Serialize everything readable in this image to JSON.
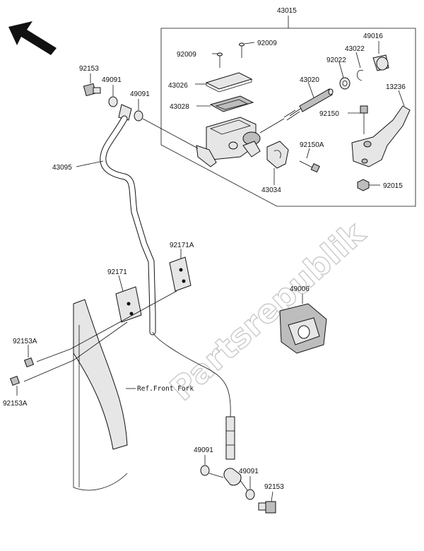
{
  "diagram": {
    "watermark": "Partsrepublik",
    "ref_label": "Ref.Front Fork",
    "labels": {
      "l43015": "43015",
      "l92009a": "92009",
      "l92009b": "92009",
      "l49016": "49016",
      "l43022": "43022",
      "l92022": "92022",
      "l43026": "43026",
      "l43020": "43020",
      "l43028": "43028",
      "l13236": "13236",
      "l92150": "92150",
      "l92150A": "92150A",
      "l43034": "43034",
      "l92015": "92015",
      "l92153top": "92153",
      "l49091a": "49091",
      "l49091b": "49091",
      "l43095": "43095",
      "l92171A": "92171A",
      "l92171": "92171",
      "l49006": "49006",
      "l92153Aa": "92153A",
      "l92153Ab": "92153A",
      "l49091c": "49091",
      "l49091d": "49091",
      "l92153bot": "92153"
    }
  }
}
